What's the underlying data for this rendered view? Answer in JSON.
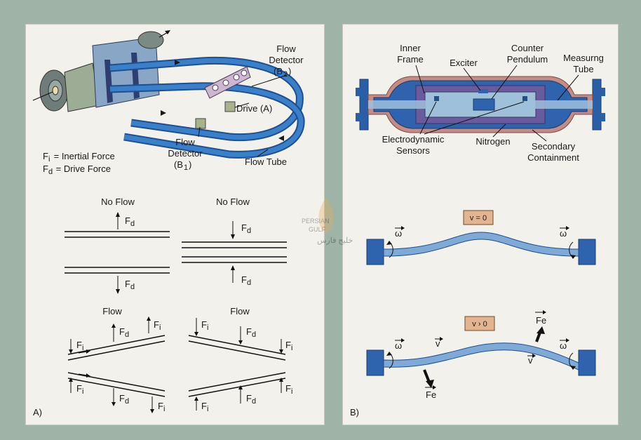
{
  "panel_a": {
    "letter": "A)",
    "flow_detector_b2": [
      "Flow",
      "Detector",
      "(B",
      "2",
      ")"
    ],
    "drive_a": "Drive (A)",
    "flow_detector_b1": [
      "Flow",
      "Detector",
      "(B",
      "1",
      ")"
    ],
    "flow_tube": "Flow Tube",
    "legend_fi": [
      "F",
      "i",
      " = Inertial Force"
    ],
    "legend_fd": [
      "F",
      "d",
      " = Drive Force"
    ],
    "no_flow_left": "No Flow",
    "no_flow_right": "No Flow",
    "flow_left": "Flow",
    "flow_right": "Flow",
    "force_F": "F",
    "sub_d": "d",
    "sub_i": "i"
  },
  "panel_b": {
    "letter": "B)",
    "inner_frame": [
      "Inner",
      "Frame"
    ],
    "exciter": "Exciter",
    "counter_pendulum": [
      "Counter",
      "Pendulum"
    ],
    "measuring_tube": [
      "Measurng",
      "Tube"
    ],
    "electrodynamic_sensors": [
      "Electrodynamic",
      "Sensors"
    ],
    "nitrogen": "Nitrogen",
    "secondary_containment": [
      "Secondary",
      "Containment"
    ],
    "v_zero": "v = 0",
    "v_pos": "v › 0",
    "omega": "ω",
    "v": "v",
    "fe": "Fe"
  },
  "watermark": {
    "line1": "PERSIAN",
    "line2": "GULF",
    "arabic": "خليج فارس"
  },
  "colors": {
    "background": "#9fb3a7",
    "panel": "#f3f1ec",
    "tube_blue": "#3a74b8",
    "tube_light": "#7fa9d6",
    "dark_blue": "#1f4f8e",
    "frame_purple": "#6a5a9e",
    "containment_pink": "#c58b84",
    "tag_orange": "#e2b48f"
  }
}
